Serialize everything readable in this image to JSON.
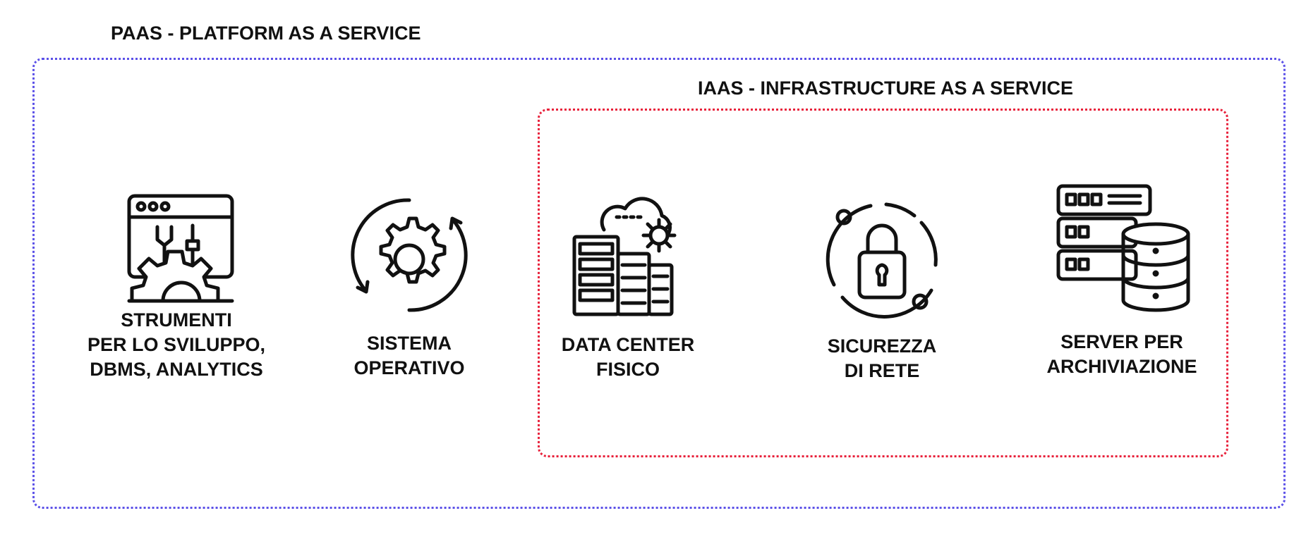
{
  "paas": {
    "title": "PAAS - PLATFORM AS A SERVICE",
    "border_color": "#5b50e8"
  },
  "iaas": {
    "title": "IAAS - INFRASTRUCTURE AS A SERVICE",
    "border_color": "#e8213b"
  },
  "items": [
    {
      "label": "STRUMENTI\nPER LO SVILUPPO,\nDBMS, ANALYTICS",
      "icon": "dev-tools-window-icon"
    },
    {
      "label": "SISTEMA\nOPERATIVO",
      "icon": "gear-cycle-icon"
    },
    {
      "label": "DATA CENTER\nFISICO",
      "icon": "data-center-cloud-icon"
    },
    {
      "label": "SICUREZZA\nDI RETE",
      "icon": "padlock-network-icon"
    },
    {
      "label": "SERVER PER\nARCHIVIAZIONE",
      "icon": "server-database-icon"
    }
  ]
}
